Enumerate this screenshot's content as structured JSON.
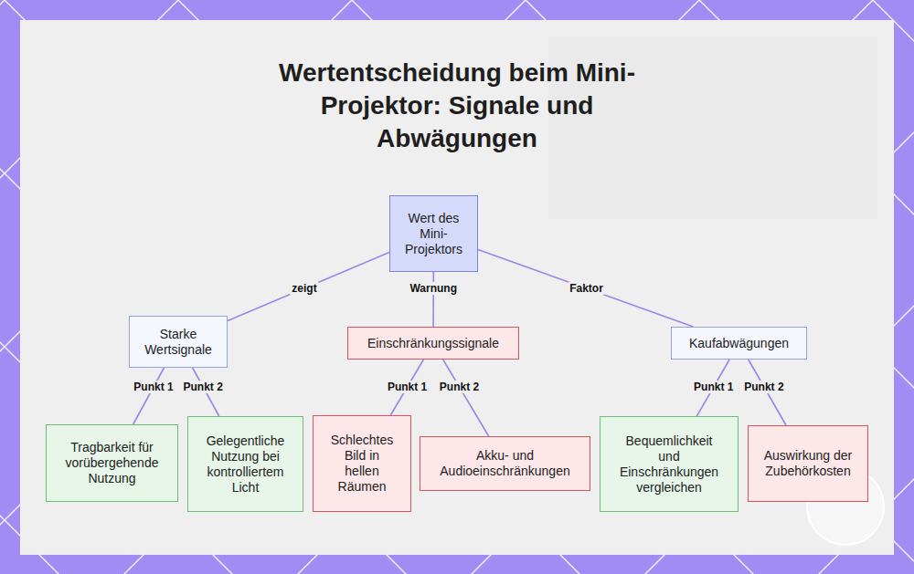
{
  "diagram": {
    "title": "Wertentscheidung beim Mini-Projektor: Signale und Abwägungen",
    "nodes": [
      {
        "text": [
          "Wert des Mini-Projektors"
        ]
      },
      {
        "text": [
          "Starke Wertsignale"
        ]
      },
      {
        "text": [
          "Einschränkungssignale"
        ]
      },
      {
        "text": [
          "Kaufabwägungen"
        ]
      },
      {
        "text": [
          "Tragbarkeit für vorübergehende Nutzung"
        ]
      },
      {
        "text": [
          "Gelegentliche Nutzung bei kontrolliertem Licht"
        ]
      },
      {
        "text": [
          "Schlechtes Bild in hellen Räumen"
        ]
      },
      {
        "text": [
          "Akku- und Audioeinschränkungen"
        ]
      },
      {
        "text": [
          "Bequemlichkeit und Einschränkungen vergleichen"
        ]
      },
      {
        "text": [
          "Auswirkung der Zubehörkosten"
        ]
      }
    ],
    "edges": [
      {
        "from": 0,
        "to": 1,
        "label": "zeigt",
        "arrow": "none"
      },
      {
        "from": 0,
        "to": 2,
        "label": "Warnung",
        "arrow": "none"
      },
      {
        "from": 0,
        "to": 3,
        "label": "Faktor",
        "arrow": "none"
      },
      {
        "from": 1,
        "to": 4,
        "label": "Punkt 1",
        "arrow": "none"
      },
      {
        "from": 1,
        "to": 5,
        "label": "Punkt 2",
        "arrow": "none"
      },
      {
        "from": 2,
        "to": 6,
        "label": "Punkt 1",
        "arrow": "none"
      },
      {
        "from": 2,
        "to": 7,
        "label": "Punkt 2",
        "arrow": "none"
      },
      {
        "from": 3,
        "to": 8,
        "label": "Punkt 1",
        "arrow": "none"
      },
      {
        "from": 3,
        "to": 9,
        "label": "Punkt 2",
        "arrow": "none"
      }
    ]
  }
}
